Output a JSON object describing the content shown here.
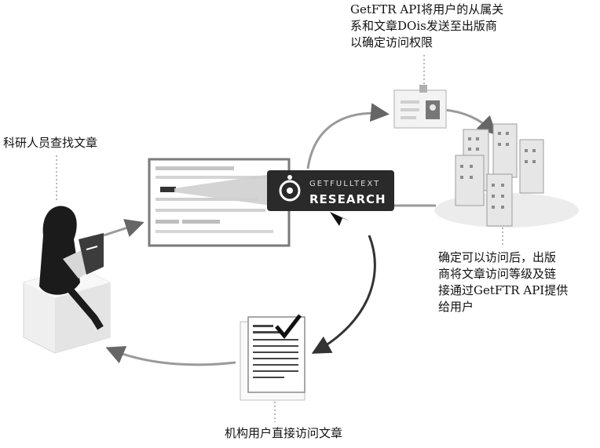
{
  "labels": {
    "researcher": "科研人员查找文章",
    "publisher_flow": "GetFTR API将用户的从属关\n系和文章DOis发送至出版商\n以确定访问权限",
    "result_flow": "确定可以访问后，出版\n商将文章访问等级及链\n接通过GetFTR API提供\n给用户",
    "institution": "机构用户直接访问文章"
  },
  "logo": {
    "line1": "GETFULLTEXT",
    "line2": "RESEARCH"
  },
  "icons": {
    "person": "person-laptop-icon",
    "search_page": "search-page-icon",
    "id_card": "id-card-icon",
    "servers": "server-cluster-icon",
    "document": "document-checkmark-icon"
  }
}
